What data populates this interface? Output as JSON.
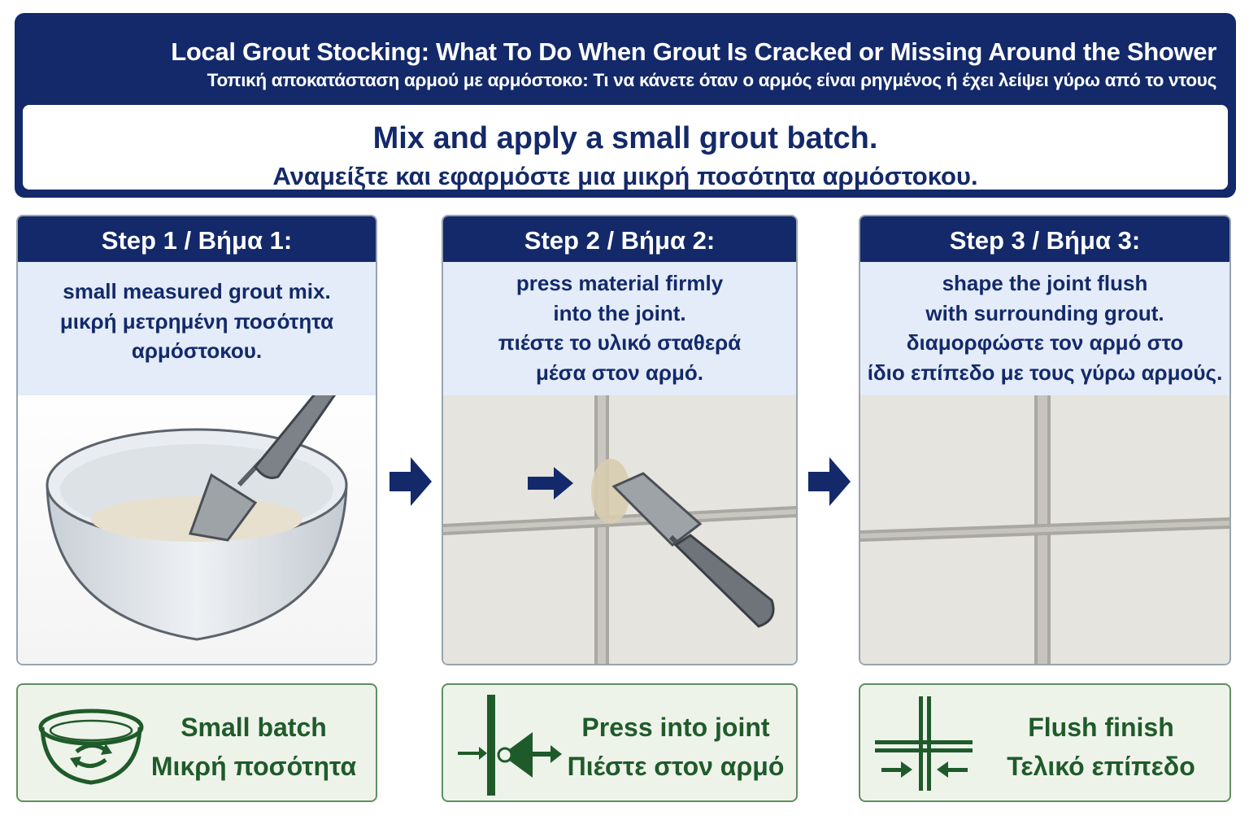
{
  "header": {
    "title_en": "Local Grout Stocking: What To Do When Grout Is Cracked or Missing Around the Shower",
    "title_el": "Τοπική αποκατάσταση αρμού με αρμόστοκο: Τι να κάνετε όταν ο αρμός είναι ρηγμένος ή έχει λείψει γύρω από το ντους",
    "subtitle_en": "Mix and apply a small grout batch.",
    "subtitle_el": "Αναμείξτε και εφαρμόστε μια μικρή ποσότητα αρμόστοκου."
  },
  "steps": [
    {
      "heading": "Step 1 / Βήμα 1:",
      "lines": [
        "small measured grout mix.",
        "μικρή μετρημένη ποσότητα",
        "αρμόστοκου."
      ]
    },
    {
      "heading": "Step 2 / Βήμα 2:",
      "lines": [
        "press material firmly",
        "into the joint.",
        "πιέστε το υλικό σταθερά",
        "μέσα στον αρμό."
      ]
    },
    {
      "heading": "Step 3 / Βήμα 3:",
      "lines": [
        "shape the joint flush",
        "with surrounding grout.",
        "διαμορφώστε τον αρμό στο",
        "ίδιο επίπεδο με τους γύρω αρμούς."
      ]
    }
  ],
  "badges": [
    {
      "icon": "bowl-mix-icon",
      "label_en": "Small batch",
      "label_el": "Μικρή ποσότητα"
    },
    {
      "icon": "press-joint-icon",
      "label_en": "Press into joint",
      "label_el": "Πιέστε στον αρμό"
    },
    {
      "icon": "flush-finish-icon",
      "label_en": "Flush finish",
      "label_el": "Τελικό επίπεδο"
    }
  ],
  "colors": {
    "navy": "#13296a",
    "light_blue": "#e3ecf8",
    "tile": "#e6e4de",
    "grout": "#a9a8a1",
    "green": "#1f5b2a",
    "green_bg": "#eef3ea"
  }
}
